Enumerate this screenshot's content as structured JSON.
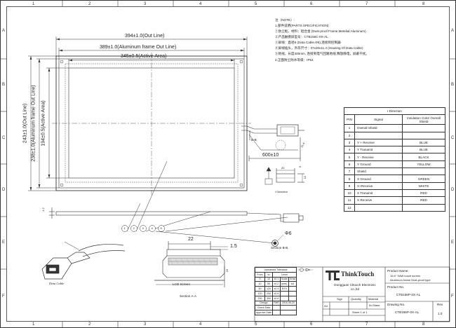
{
  "zones": {
    "top": [
      "1",
      "2",
      "3",
      "4",
      "5",
      "6",
      "7",
      "8"
    ],
    "side": [
      "A",
      "B",
      "C",
      "D",
      "E",
      "F"
    ]
  },
  "notes": {
    "title": "注（NOTE）:",
    "lines": [
      "1.部件说明(PARTS SPECIFICATION):",
      "①防尘框，材料：铝合金 (Dust-proof Frame,Metelial:Aluminum)",
      "②产品触摸屏型号：CTB156C-0X-AL",
      "③屏线：直径6 (Data Cable,Φ6),连接到控制器",
      "④屏线插头，外形尺寸：37x20x11.4 (Housing Of Data Cable)",
      "⑤地线，长度400mm, 连接到电气回路地线,释放静电，屏蔽干扰。",
      "2.正面防尘防水等级：IP64"
    ]
  },
  "dims": {
    "out_line_w": "394±1.0(Out Line)",
    "alu_w": "389±1.0(Aluminum frame Out Line)",
    "active_w": "345±0.5(Active Area)",
    "out_line_h": "243±1.0(Out Line)",
    "alu_h": "238±1.0(Aluminum frame Out Line)",
    "active_h": "194±0.5(Active Area)",
    "cable_len": "600±10",
    "d20": "20",
    "d9": "9",
    "d12": "12",
    "d22": "22",
    "d1_5": "1.5",
    "d15": "15",
    "d1_2": "1.2",
    "d11_4": "11.4",
    "phi6": "Φ6"
  },
  "labels": {
    "section_bb_mark": "B-B",
    "section_bb": "Section B-B",
    "section_aa": "Section A-A",
    "data_cable": "Data Cable",
    "lcd_screen": "LCD Screen",
    "i_direction_small": "I Direction"
  },
  "callouts": [
    "1",
    "2",
    "3",
    "4",
    "5"
  ],
  "direction_table": {
    "title": "I Direction",
    "headers": [
      "PIN",
      "Signal",
      "Insulation Color Overall Shield"
    ],
    "rows": [
      [
        "1",
        "Overall Shield",
        ""
      ],
      [
        "2",
        "",
        ""
      ],
      [
        "3",
        "Y + Receive",
        "BLUE"
      ],
      [
        "4",
        "Y Tranamit",
        "BLUE"
      ],
      [
        "5",
        "Y - Receive",
        "BLACK"
      ],
      [
        "6",
        "Y Ground",
        "YELLOW"
      ],
      [
        "7",
        "Shield",
        ""
      ],
      [
        "8",
        "X Ground",
        "GREEN"
      ],
      [
        "9",
        "X+Receive",
        "WHITE"
      ],
      [
        "10",
        "X Tranamit",
        "RED"
      ],
      [
        "11",
        "X-Receive",
        "RED"
      ],
      [
        "12",
        "",
        ""
      ]
    ]
  },
  "tolerance": {
    "title": "Unmarked Tolerance",
    "head": [
      "From",
      "to",
      "Level"
    ],
    "rows": [
      [
        "0",
        "10",
        "±0.1"
      ],
      [
        "10",
        "50",
        "±0.2"
      ],
      [
        "50",
        "120",
        "±0.3"
      ],
      [
        "120",
        "200",
        "±0.5"
      ],
      [
        "200",
        "300",
        "±0.6"
      ]
    ],
    "extra_head": [
      "Scale",
      "Draw",
      "A4"
    ],
    "labels": [
      "Design",
      "Check Date",
      "Approve Date"
    ],
    "design_val": "FMR",
    "date": "2016-06-20",
    "unit": "(mm)",
    "scale_val": "NTS"
  },
  "titleblock": {
    "logo": "ThinkTouch",
    "company": "Dongguan Cltouch Electronic co.,ltd",
    "sign": "Sign",
    "quantity": "Quantity",
    "material": "Material",
    "material_val": "Al-Glass",
    "size": "A4",
    "sheet": "Sheet 1 of 1",
    "product_name_label": "Product Name:",
    "product_name": "15.6\" SAW touch screen",
    "product_name2": "Aluminum frame Dust-proof type",
    "product_no_label": "Product No.",
    "product_no": "CTB156P-0X-AL",
    "drawing_no_label": "Drawing No.",
    "drawing_no": "CTB156P-0X-AL",
    "rev_label": "Rev",
    "rev": "1.0"
  }
}
